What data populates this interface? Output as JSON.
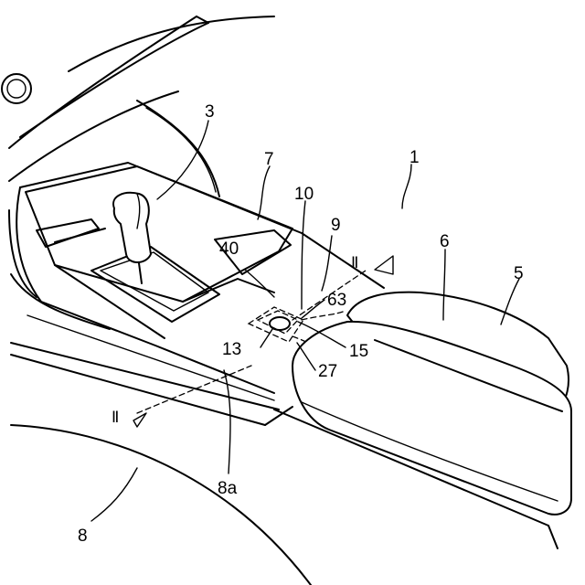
{
  "labels": {
    "ref_1": "1",
    "ref_3": "3",
    "ref_5": "5",
    "ref_6": "6",
    "ref_7": "7",
    "ref_8": "8",
    "ref_8a": "8a",
    "ref_9": "9",
    "ref_10": "10",
    "ref_13": "13",
    "ref_15": "15",
    "ref_27": "27",
    "ref_40": "40",
    "ref_63": "63",
    "section_top": "Ⅱ",
    "section_bottom": "Ⅱ"
  }
}
